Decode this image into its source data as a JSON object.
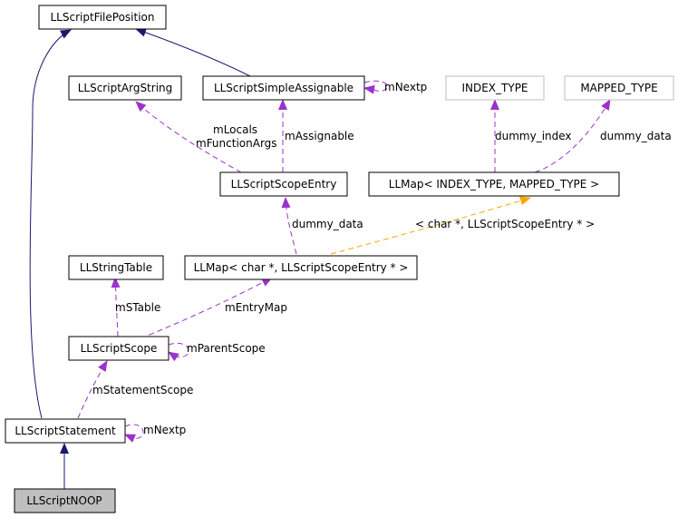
{
  "colors": {
    "inherit": "#191970",
    "usage": "#9a32cd",
    "template": "#ffa500",
    "border": "#000000",
    "border_grey": "#bfbfbf",
    "highlight_fill": "#bfbfbf"
  },
  "nodes": {
    "file_position": "LLScriptFilePosition",
    "arg_string": "LLScriptArgString",
    "simple_assignable": "LLScriptSimpleAssignable",
    "index_type": "INDEX_TYPE",
    "mapped_type": "MAPPED_TYPE",
    "scope_entry": "LLScriptScopeEntry",
    "llmap_generic": "LLMap< INDEX_TYPE, MAPPED_TYPE >",
    "string_table": "LLStringTable",
    "llmap_char": "LLMap< char *, LLScriptScopeEntry * >",
    "script_scope": "LLScriptScope",
    "script_statement": "LLScriptStatement",
    "script_noop": "LLScriptNOOP"
  },
  "labels": {
    "nextp_assignable": "mNextp",
    "m_locals": "mLocals",
    "m_function_args": "mFunctionArgs",
    "m_assignable": "mAssignable",
    "dummy_index": "dummy_index",
    "dummy_data_mapped": "dummy_data",
    "dummy_data_entry": "dummy_data",
    "template_args": "< char *, LLScriptScopeEntry * >",
    "m_stable": "mSTable",
    "m_entry_map": "mEntryMap",
    "m_parent_scope": "mParentScope",
    "m_statement_scope": "mStatementScope",
    "nextp_statement": "mNextp"
  }
}
